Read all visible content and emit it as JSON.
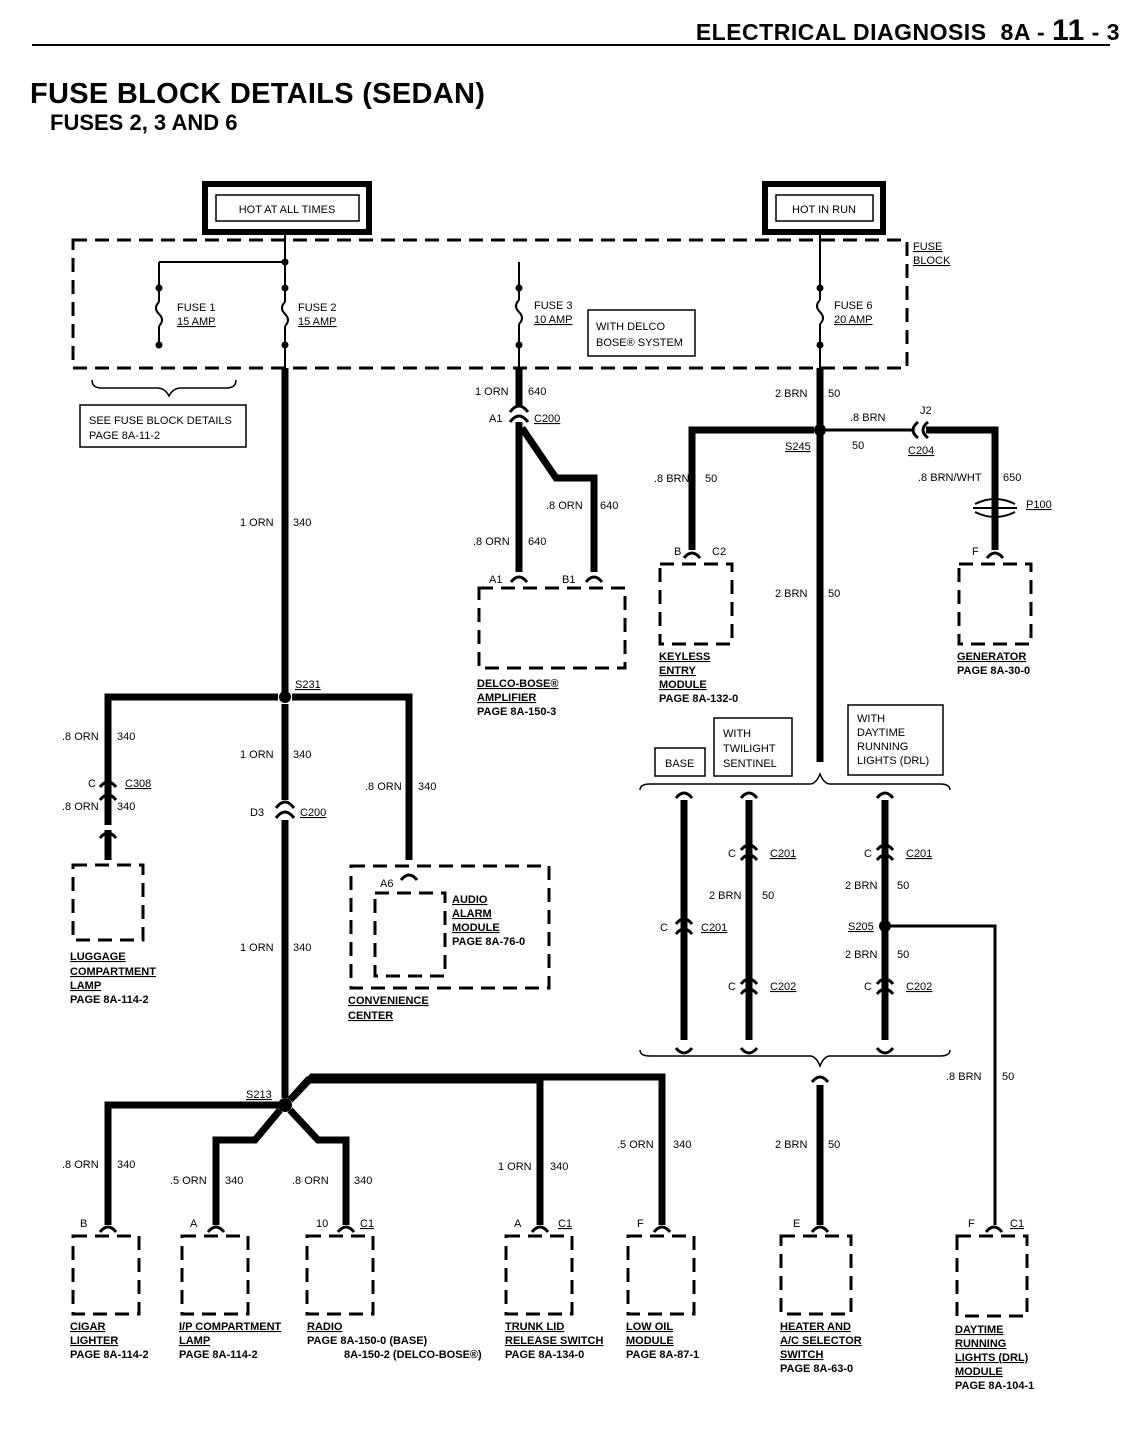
{
  "header": {
    "section": "ELECTRICAL DIAGNOSIS",
    "page_prefix": "8A -",
    "page_number": "11",
    "page_suffix": "- 3"
  },
  "page": {
    "title": "FUSE BLOCK DETAILS (SEDAN)",
    "subtitle": "FUSES 2, 3 AND 6"
  },
  "power": {
    "hot_at_all_times": "HOT AT ALL TIMES",
    "hot_in_run": "HOT IN RUN"
  },
  "fuse_block": {
    "label1": "FUSE",
    "label2": "BLOCK",
    "fuse1_name": "FUSE 1",
    "fuse1_amp": "15 AMP",
    "fuse2_name": "FUSE 2",
    "fuse2_amp": "15 AMP",
    "fuse3_name": "FUSE 3",
    "fuse3_amp": "10 AMP",
    "fuse6_name": "FUSE 6",
    "fuse6_amp": "20 AMP",
    "delco_note1": "WITH DELCO",
    "delco_note2": "BOSE® SYSTEM",
    "see1": "SEE FUSE BLOCK DETAILS",
    "see2": "PAGE 8A-11-2"
  },
  "wires": {
    "w_1orn_640": "1 ORN",
    "c_640": "640",
    "w_1orn_340": "1 ORN",
    "c_340": "340",
    "w_8orn_640_a": ".8 ORN",
    "w_8orn_640_b": ".8 ORN",
    "w_2brn": "2 BRN",
    "c_50": "50",
    "w_8brn": ".8 BRN",
    "w_8brnwht": ".8 BRN/WHT",
    "c_650": "650",
    "w_8orn": ".8 ORN",
    "w_5orn": ".5 ORN",
    "w_1orn_b": "1 ORN"
  },
  "connectors": {
    "c200": "C200",
    "a1": "A1",
    "b1": "B1",
    "d3": "D3",
    "s245": "S245",
    "j2": "J2",
    "c204": "C204",
    "p100": "P100",
    "s231": "S231",
    "c308": "C308",
    "c": "C",
    "s213": "S213",
    "s205": "S205",
    "c201": "C201",
    "c202": "C202",
    "b": "B",
    "c2": "C2",
    "f": "F",
    "a": "A",
    "a6": "A6",
    "ten": "10",
    "c1": "C1",
    "e": "E"
  },
  "options": {
    "base": "BASE",
    "twilight1": "WITH",
    "twilight2": "TWILIGHT",
    "twilight3": "SENTINEL",
    "drl1": "WITH",
    "drl2": "DAYTIME",
    "drl3": "RUNNING",
    "drl4": "LIGHTS (DRL)"
  },
  "components": {
    "amp1": "DELCO-BOSE®",
    "amp2": "AMPLIFIER",
    "amp3": "PAGE 8A-150-3",
    "key1": "KEYLESS",
    "key2": "ENTRY",
    "key3": "MODULE",
    "key4": "PAGE 8A-132-0",
    "gen1": "GENERATOR",
    "gen2": "PAGE 8A-30-0",
    "lug1": "LUGGAGE",
    "lug2": "COMPARTMENT",
    "lug3": "LAMP",
    "lug4": "PAGE 8A-114-2",
    "aud1": "AUDIO",
    "aud2": "ALARM",
    "aud3": "MODULE",
    "aud4": "PAGE 8A-76-0",
    "conv1": "CONVENIENCE",
    "conv2": "CENTER",
    "cig1": "CIGAR",
    "cig2": "LIGHTER",
    "cig3": "PAGE 8A-114-2",
    "ip1": "I/P COMPARTMENT",
    "ip2": "LAMP",
    "ip3": "PAGE 8A-114-2",
    "rad1": "RADIO",
    "rad2": "PAGE 8A-150-0 (BASE)",
    "rad3": "8A-150-2 (DELCO-BOSE®)",
    "trk1": "TRUNK LID",
    "trk2": "RELEASE SWITCH",
    "trk3": "PAGE 8A-134-0",
    "oil1": "LOW OIL",
    "oil2": "MODULE",
    "oil3": "PAGE 8A-87-1",
    "htr1": "HEATER AND",
    "htr2": "A/C SELECTOR",
    "htr3": "SWITCH",
    "htr4": "PAGE 8A-63-0",
    "drlm1": "DAYTIME",
    "drlm2": "RUNNING",
    "drlm3": "LIGHTS (DRL)",
    "drlm4": "MODULE",
    "drlm5": "PAGE 8A-104-1"
  }
}
